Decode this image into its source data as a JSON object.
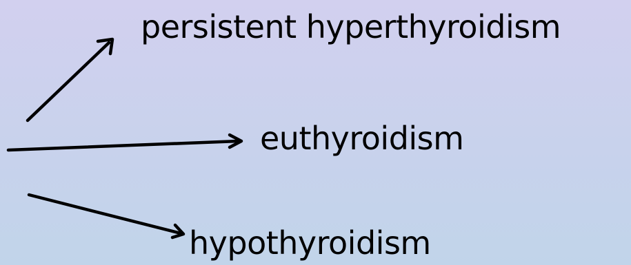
{
  "outcomes": {
    "top": "persistent hyperthyroidism",
    "middle": "euthyroidism",
    "bottom": "hypothyroidism"
  },
  "colors": {
    "text": "#000000",
    "arrow": "#000000",
    "background_top": "#d2d0ef",
    "background_bottom": "#c1d4ea"
  }
}
